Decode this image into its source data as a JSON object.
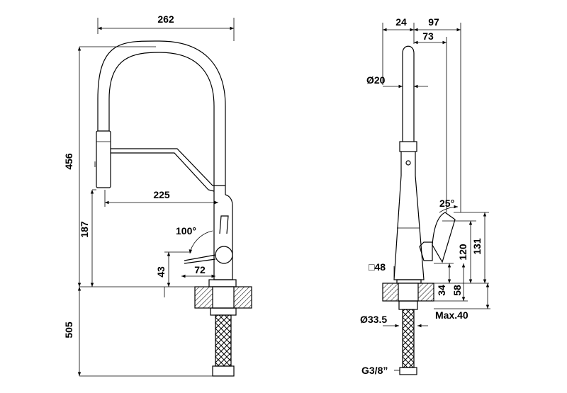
{
  "front_view": {
    "width_overall": "262",
    "height_overall": "456",
    "spout_reach": "225",
    "spout_height": "187",
    "lever_angle": "100°",
    "lever_height": "43",
    "lever_length": "72",
    "hose_length": "505"
  },
  "side_view": {
    "depth_24": "24",
    "depth_97": "97",
    "depth_73": "73",
    "spout_diameter": "Ø20",
    "handle_angle": "25°",
    "base_square": "□48",
    "height_120": "120",
    "height_131": "131",
    "height_34": "34",
    "height_58": "58",
    "max_thickness": "Max.40",
    "shank_diameter": "Ø33.5",
    "thread": "G3/8”"
  }
}
